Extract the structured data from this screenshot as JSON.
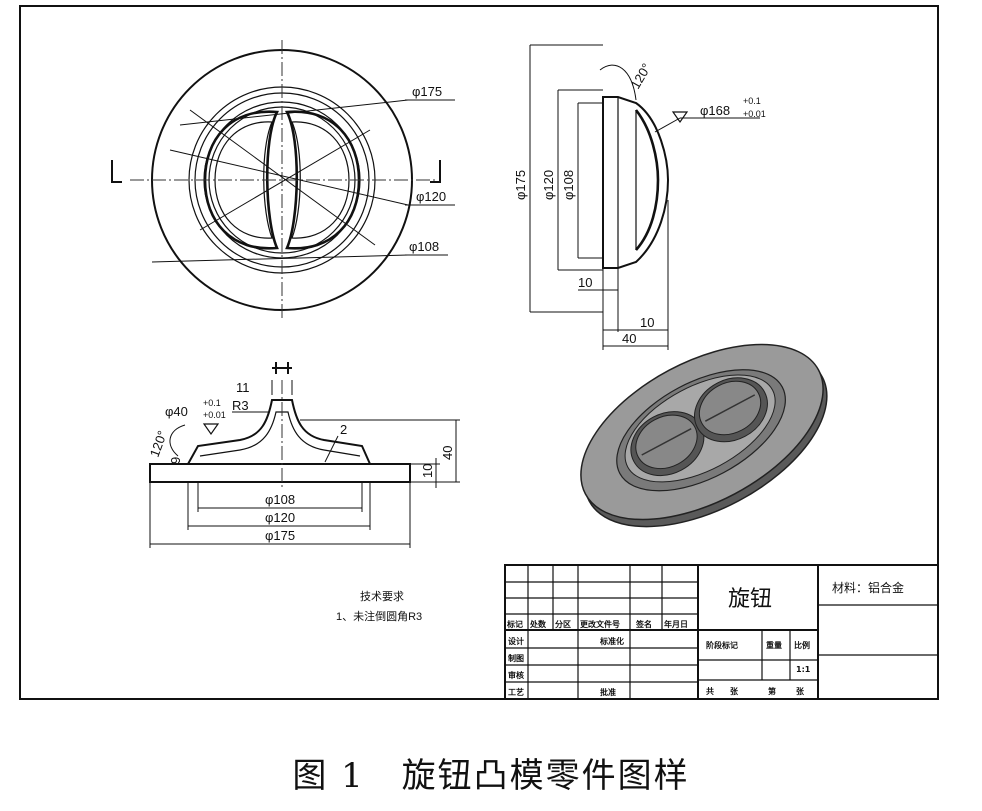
{
  "drawing": {
    "top_view": {
      "dims": {
        "d175": "φ175",
        "d120": "φ120",
        "d108": "φ108"
      }
    },
    "side_view": {
      "dims": {
        "d175": "φ175",
        "d120": "φ120",
        "d108": "φ108",
        "d168": "φ168",
        "tol_up": "+0.1",
        "tol_dn": "+0.01",
        "angle": "120°",
        "w10a": "10",
        "w10b": "10",
        "w40": "40"
      }
    },
    "section_view": {
      "dims": {
        "d40": "φ40",
        "tol_up": "+0.1",
        "tol_dn": "+0.01",
        "r3": "R3",
        "w11": "11",
        "angle": "120°",
        "h9": "9",
        "h10": "10",
        "h40": "40",
        "t2": "2",
        "d108": "φ108",
        "d120": "φ120",
        "d175": "φ175"
      }
    },
    "tech_req": {
      "title": "技术要求",
      "item1": "1、未注倒圆角R3"
    },
    "title_block": {
      "part_name": "旋钮",
      "material": "材料：铝合金",
      "labels": [
        "标记",
        "处数",
        "分区",
        "更改文件号",
        "签名",
        "年月日",
        "设计",
        "标准化",
        "制图",
        "审核",
        "工艺",
        "批准",
        "阶段标记",
        "重量",
        "比例",
        "1:1",
        "共",
        "张",
        "第",
        "张"
      ]
    }
  },
  "caption": {
    "fig": "图 1",
    "title": "旋钮凸模零件图样"
  }
}
